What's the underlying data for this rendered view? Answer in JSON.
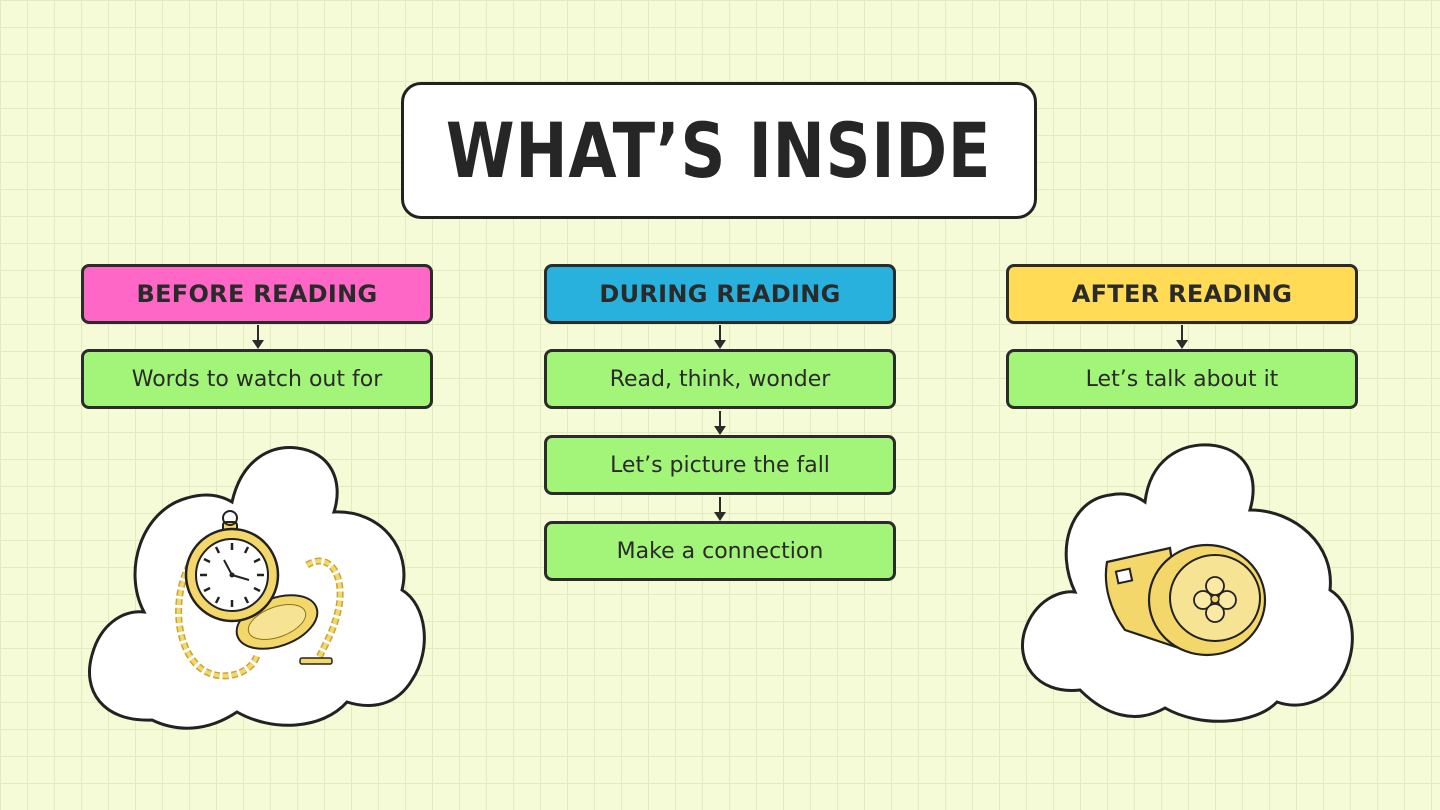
{
  "title": "WHAT’S INSIDE",
  "columns": [
    {
      "heading": "BEFORE READING",
      "color": "#ff67c6",
      "items": [
        "Words to watch out for"
      ]
    },
    {
      "heading": "DURING READING",
      "color": "#28b1dc",
      "items": [
        "Read, think, wonder",
        "Let’s picture the fall",
        "Make a connection"
      ]
    },
    {
      "heading": "AFTER READING",
      "color": "#ffdb56",
      "items": [
        "Let’s talk about it"
      ]
    }
  ],
  "illustrations": {
    "left": "pocket-watch-icon",
    "right": "signet-ring-icon"
  },
  "colors": {
    "item_fill": "#a3f57a",
    "background": "#f6fbd7",
    "gold": "#f4d76a"
  }
}
